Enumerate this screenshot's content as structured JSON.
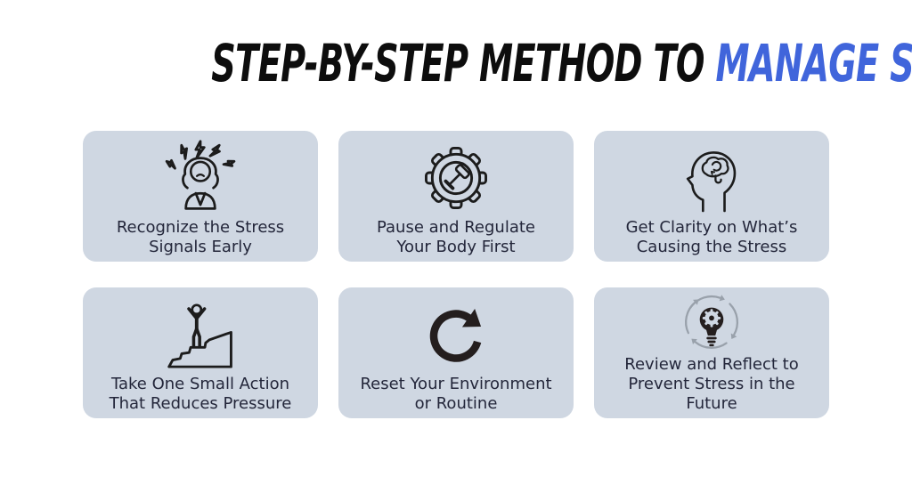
{
  "title": {
    "black": "STEP-BY-STEP METHOD TO",
    "accent": "MANAGE STRESS"
  },
  "colors": {
    "title_black": "#0d0d0d",
    "accent_blue": "#4065db",
    "card_bg": "#cfd7e2",
    "text_dark": "#23263a",
    "icon_ink": "#1c1c1c",
    "icon_bold": "#241e1e",
    "arrow_gray": "#99a1ab",
    "page_bg": "#ffffff"
  },
  "steps": [
    {
      "label": "Recognize the Stress\nSignals Early",
      "icon": "stressed-person-icon"
    },
    {
      "label": "Pause and Regulate\nYour Body First",
      "icon": "gear-gavel-icon"
    },
    {
      "label": "Get Clarity on What’s\nCausing the Stress",
      "icon": "head-brain-icon"
    },
    {
      "label": "Take One Small Action\nThat Reduces Pressure",
      "icon": "climb-progress-icon"
    },
    {
      "label": "Reset Your Environment\nor Routine",
      "icon": "reset-arrow-icon"
    },
    {
      "label": "Review and Reflect to\nPrevent Stress in the\nFuture",
      "icon": "idea-cycle-icon"
    }
  ]
}
